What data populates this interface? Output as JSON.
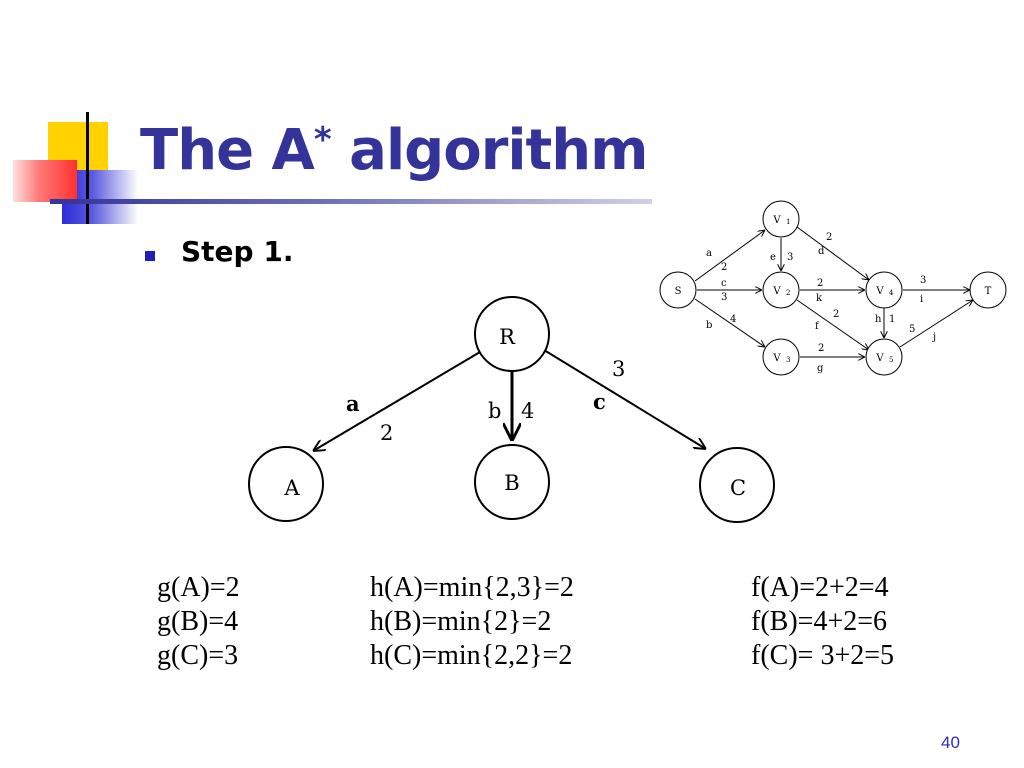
{
  "slide": {
    "title_main": "The A",
    "title_sup": "*",
    "title_rest": " algorithm",
    "bullet": "Step 1.",
    "page_number": "40"
  },
  "colors": {
    "title": "#33339a",
    "bullet": "#1f1fb8",
    "page_number": "#2c2cc8",
    "deco_yellow": "#ffd200",
    "deco_red": "#ff3030",
    "deco_blue": "#2b2bd6"
  },
  "small_graph": {
    "nodes": [
      {
        "id": "S",
        "label": "S",
        "sub": ""
      },
      {
        "id": "V1",
        "label": "V",
        "sub": "1"
      },
      {
        "id": "V2",
        "label": "V",
        "sub": "2"
      },
      {
        "id": "V3",
        "label": "V",
        "sub": "3"
      },
      {
        "id": "V4",
        "label": "V",
        "sub": "4"
      },
      {
        "id": "V5",
        "label": "V",
        "sub": "5"
      },
      {
        "id": "T",
        "label": "T",
        "sub": ""
      }
    ],
    "edges": [
      {
        "from": "S",
        "to": "V1",
        "name": "a",
        "cost": "2"
      },
      {
        "from": "S",
        "to": "V2",
        "name": "c",
        "cost": "3"
      },
      {
        "from": "S",
        "to": "V3",
        "name": "b",
        "cost": "4"
      },
      {
        "from": "V1",
        "to": "V2",
        "name": "e",
        "cost": "3"
      },
      {
        "from": "V1",
        "to": "V4",
        "name": "d",
        "cost": "2"
      },
      {
        "from": "V2",
        "to": "V4",
        "name": "k",
        "cost": "2"
      },
      {
        "from": "V2",
        "to": "V5",
        "name": "f",
        "cost": "2"
      },
      {
        "from": "V3",
        "to": "V5",
        "name": "g",
        "cost": "2"
      },
      {
        "from": "V4",
        "to": "V5",
        "name": "h",
        "cost": "1"
      },
      {
        "from": "V4",
        "to": "T",
        "name": "i",
        "cost": "3"
      },
      {
        "from": "V5",
        "to": "T",
        "name": "j",
        "cost": "5"
      }
    ]
  },
  "big_tree": {
    "root": "R",
    "children": [
      {
        "label": "A",
        "edge_name": "a",
        "cost": "2"
      },
      {
        "label": "B",
        "edge_name": "b",
        "cost": "4"
      },
      {
        "label": "C",
        "edge_name": "c",
        "cost": "3"
      }
    ]
  },
  "equations": [
    {
      "g": "g(A)=2",
      "h": "h(A)=min{2,3}=2",
      "f": "f(A)=2+2=4"
    },
    {
      "g": "g(B)=4",
      "h": "h(B)=min{2}=2",
      "f": "f(B)=4+2=6"
    },
    {
      "g": "g(C)=3",
      "h": "h(C)=min{2,2}=2",
      "f": "f(C)= 3+2=5"
    }
  ]
}
